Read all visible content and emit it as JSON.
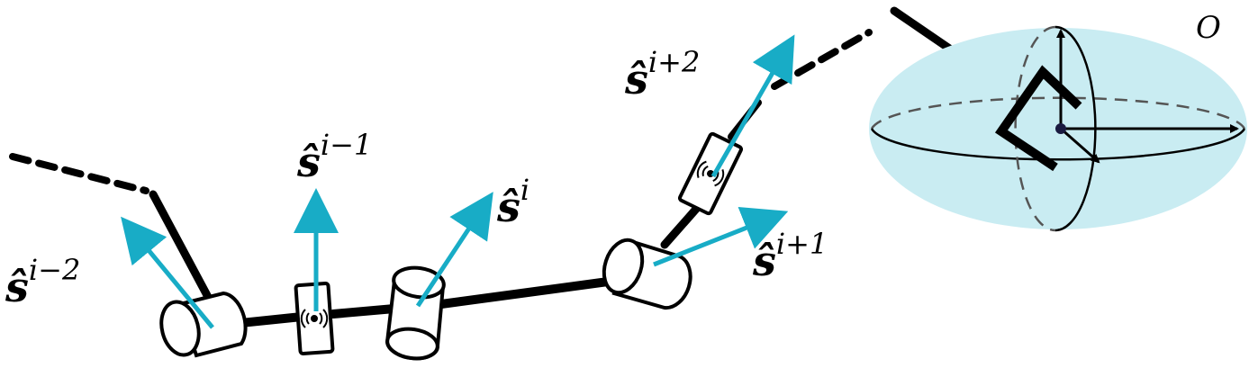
{
  "diagram": {
    "frame_label": "O",
    "axes": [
      {
        "base": "ŝ",
        "superscript": "i−2"
      },
      {
        "base": "ŝ",
        "superscript": "i−1"
      },
      {
        "base": "ŝ",
        "superscript": "i"
      },
      {
        "base": "ŝ",
        "superscript": "i+1"
      },
      {
        "base": "ŝ",
        "superscript": "i+2"
      }
    ],
    "colors": {
      "axis_arrow": "#18acc6",
      "link": "#000000",
      "ellipsoid_fill": "#c9ecf2",
      "ellipsoid_dash": "#555555"
    },
    "icons": [
      "wireless-sensor-icon",
      "wireless-sensor-icon"
    ]
  }
}
